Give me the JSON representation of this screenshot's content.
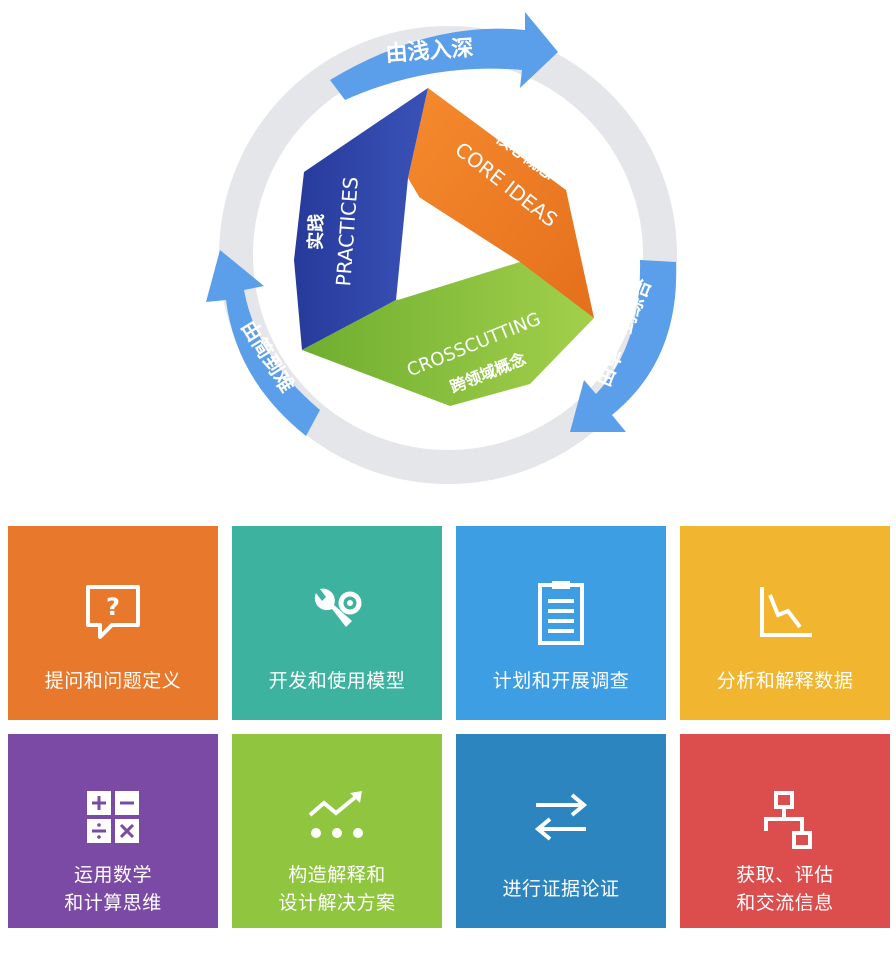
{
  "cycle": {
    "top_arrow": "由浅入深",
    "right_arrow": "由单一到综合",
    "left_arrow": "由简到难"
  },
  "triangle": {
    "practices_cn": "实践",
    "practices_en": "PRACTICES",
    "core_cn": "核心概念",
    "core_en": "CORE IDEAS",
    "cross_en": "CROSSCUTTING",
    "cross_cn": "跨领域概念"
  },
  "colors": {
    "ring": "#e4e6ea",
    "arrow": "#5b9ee9",
    "practices": "#2f43a8",
    "core": "#ef7f2a",
    "crosscutting": "#8cc63e"
  },
  "tiles": [
    {
      "icon": "question-bubble-icon",
      "color": "#e8782c",
      "lines": [
        "提问和问题定义"
      ]
    },
    {
      "icon": "wrench-gear-icon",
      "color": "#3db39f",
      "lines": [
        "开发和使用模型"
      ]
    },
    {
      "icon": "clipboard-list-icon",
      "color": "#3d9ee3",
      "lines": [
        "计划和开展调查"
      ]
    },
    {
      "icon": "line-chart-icon",
      "color": "#f1b52f",
      "lines": [
        "分析和解释数据"
      ]
    },
    {
      "icon": "calculator-icon",
      "color": "#7b4aa5",
      "lines": [
        "运用数学",
        "和计算思维"
      ]
    },
    {
      "icon": "trend-dots-icon",
      "color": "#90c53f",
      "lines": [
        "构造解释和",
        "设计解决方案"
      ]
    },
    {
      "icon": "exchange-arrows-icon",
      "color": "#2c85bf",
      "lines": [
        "进行证据论证"
      ]
    },
    {
      "icon": "flowchart-icon",
      "color": "#dc4d4d",
      "lines": [
        "获取、评估",
        "和交流信息"
      ]
    }
  ]
}
